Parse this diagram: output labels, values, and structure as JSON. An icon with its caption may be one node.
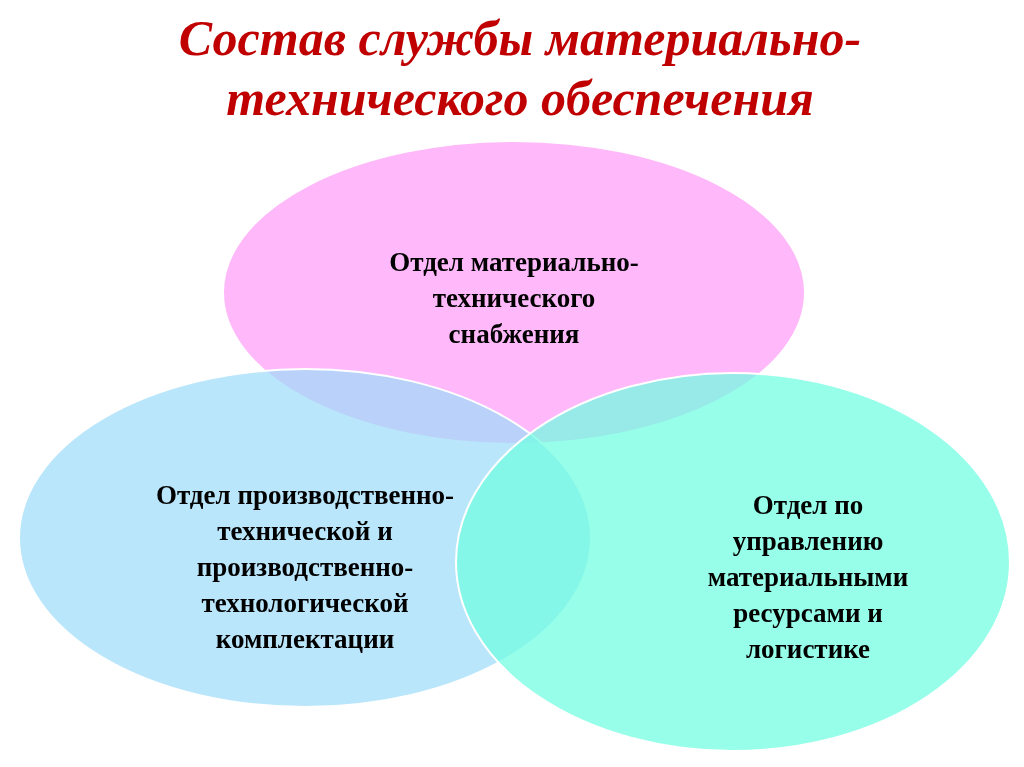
{
  "diagram": {
    "title": "Состав службы материально-технического обеспечения",
    "nodes": [
      {
        "text": [
          "Отдел материально-технического снабжения"
        ]
      },
      {
        "text": [
          "Отдел производственно-технической и производственно-технологической комплектации"
        ]
      },
      {
        "text": [
          "Отдел по управлению материальными ресурсами и логистике"
        ]
      }
    ]
  }
}
